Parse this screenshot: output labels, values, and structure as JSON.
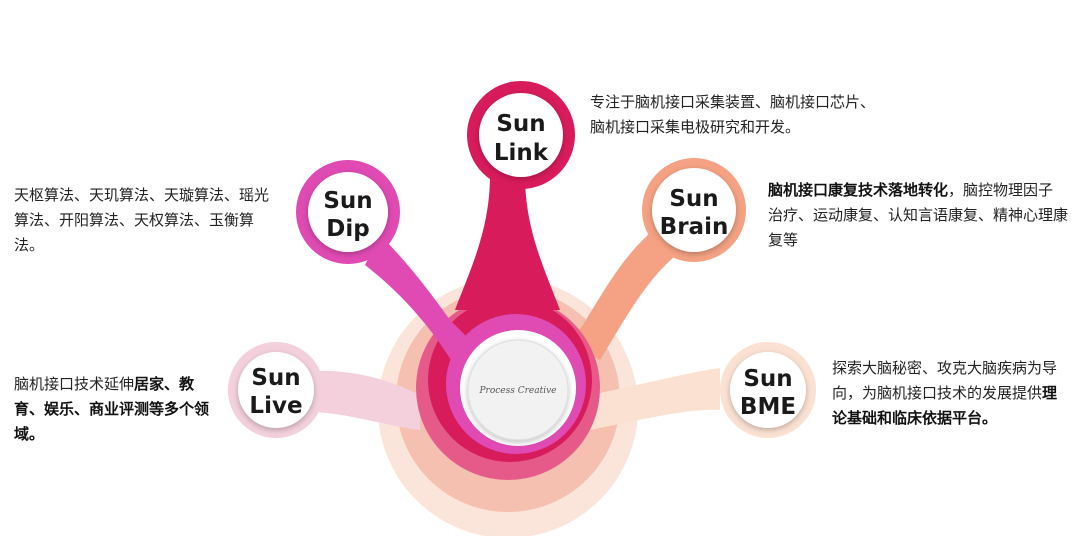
{
  "center": {
    "label": "Process Creative"
  },
  "nodes": {
    "link": {
      "line1": "Sun",
      "line2": "Link",
      "color": "#d81b5a"
    },
    "dip": {
      "line1": "Sun",
      "line2": "Dip",
      "color": "#e04ab3"
    },
    "brain": {
      "line1": "Sun",
      "line2": "Brain",
      "color": "#f4a283"
    },
    "live": {
      "line1": "Sun",
      "line2": "Live",
      "color": "#f3d0dc"
    },
    "bme": {
      "line1": "Sun",
      "line2": "BME",
      "color": "#fbe1d2"
    }
  },
  "descriptions": {
    "link": {
      "t1": "专注于脑机接口采集装置、脑机接口芯片、脑机接口采集电极研究和开发。"
    },
    "dip": {
      "t1": "天枢算法、天玑算法、天璇算法、瑶光算法、开阳算法、天权算法、玉衡算法。"
    },
    "brain": {
      "b1": "脑机接口康复技术落地转化",
      "t1": "，脑控物理因子治疗、运动康复、认知言语康复、精神心理康复等"
    },
    "live": {
      "t1": "脑机接口技术延伸",
      "b1": "居家、教育、娱乐、商业评测等多个领域。"
    },
    "bme": {
      "t1": "探索大脑秘密、攻克大脑疾病为导向，为脑机接口技术的发展提供",
      "b1": "理论基础和临床依据平台。"
    }
  }
}
